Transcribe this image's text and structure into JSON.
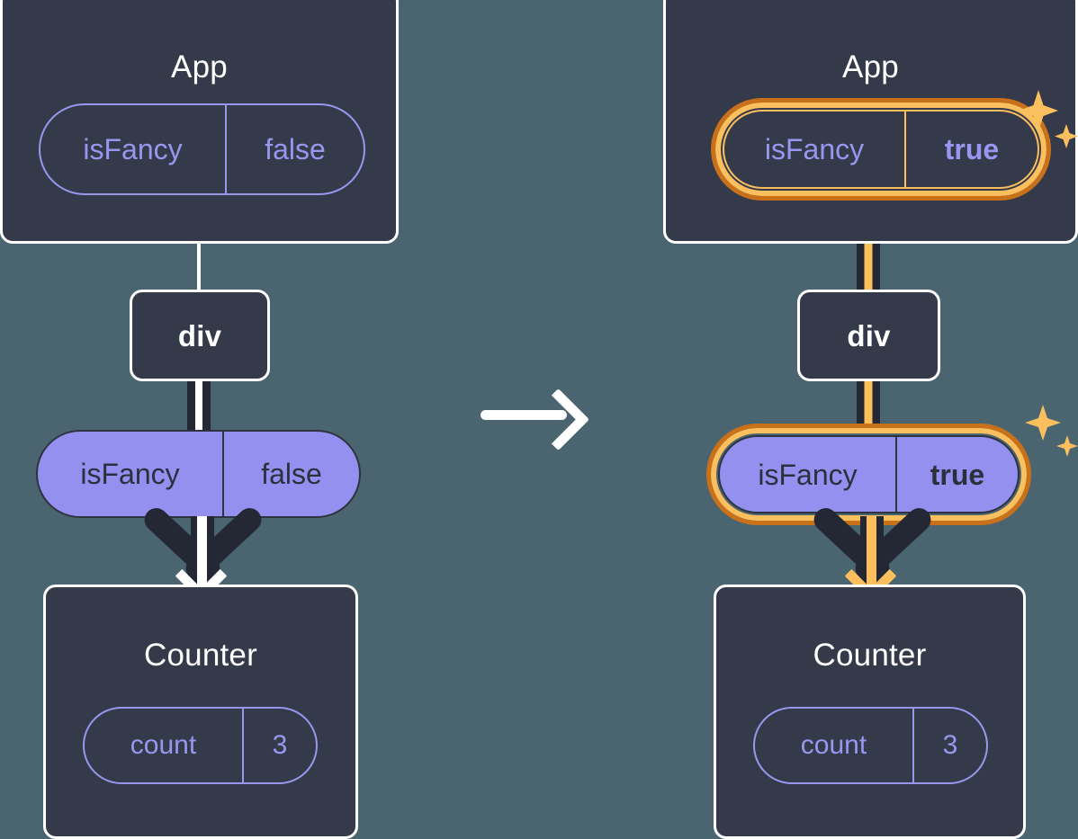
{
  "diagram": {
    "title_text_color": "#ffffff",
    "background_color": "#4a6570",
    "panel_color": "#343a49",
    "accent_purple": "#9490f0",
    "accent_orange_light": "#fbbf5e",
    "accent_orange_dark": "#c9711a",
    "transition_arrow": "arrow-right"
  },
  "before": {
    "app": {
      "title": "App",
      "state": {
        "key": "isFancy",
        "value": "false"
      }
    },
    "div": {
      "label": "div"
    },
    "prop": {
      "key": "isFancy",
      "value": "false"
    },
    "counter": {
      "title": "Counter",
      "state": {
        "key": "count",
        "value": "3"
      }
    }
  },
  "after": {
    "app": {
      "title": "App",
      "state": {
        "key": "isFancy",
        "value": "true"
      },
      "highlighted": "true",
      "sparkle": "sparkle-icon"
    },
    "div": {
      "label": "div"
    },
    "prop": {
      "key": "isFancy",
      "value": "true",
      "highlighted": "true",
      "sparkle": "sparkle-icon"
    },
    "counter": {
      "title": "Counter",
      "state": {
        "key": "count",
        "value": "3"
      }
    }
  }
}
